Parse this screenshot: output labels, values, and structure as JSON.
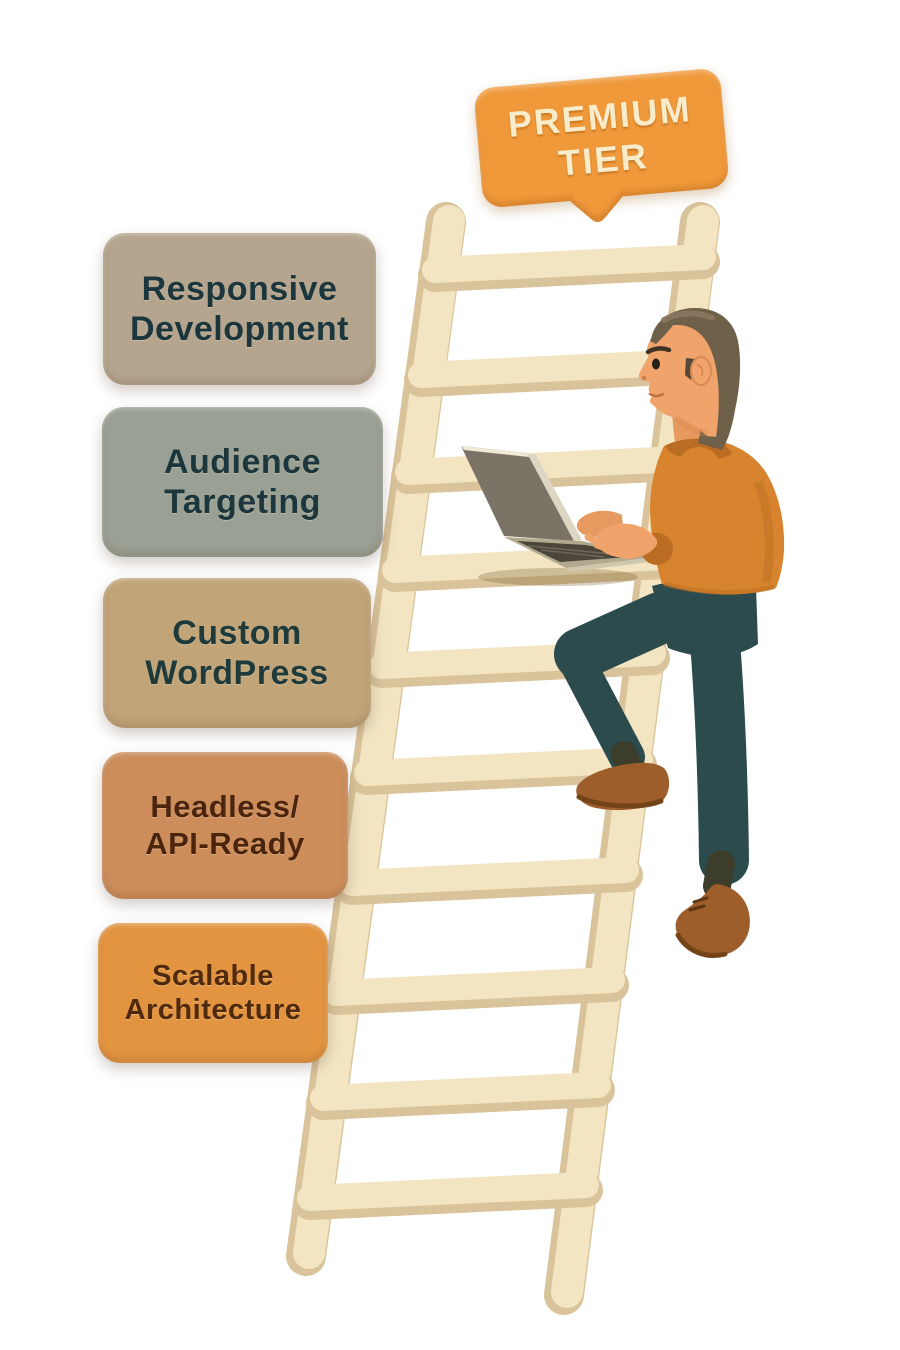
{
  "page": {
    "background": "#ffffff",
    "description": "Premium tier infographic: man with laptop climbing a ladder beside five feature cards"
  },
  "badge": {
    "line1": "PREMIUM",
    "line2": "TIER",
    "bg": "#f0993b",
    "text_color": "#f9ecca"
  },
  "cards": [
    {
      "line1": "Responsive",
      "line2": "Development",
      "bg": "#b5a58e",
      "text_color": "#1b363c"
    },
    {
      "line1": "Audience",
      "line2": "Targeting",
      "bg": "#9aa093",
      "text_color": "#1b363c"
    },
    {
      "line1": "Custom",
      "line2": "WordPress",
      "bg": "#c1a478",
      "text_color": "#1e3a3a"
    },
    {
      "line1": "Headless/",
      "line2": "API-Ready",
      "bg": "#cd8d5b",
      "text_color": "#4a240d"
    },
    {
      "line1": "Scalable",
      "line2": "Architecture",
      "bg": "#e39440",
      "text_color": "#4f2a0e"
    }
  ],
  "illustration": {
    "name": "man-climbing-ladder-with-laptop",
    "colors": {
      "ladder": "#f3e5c2",
      "ladder_shade": "#d9c39a",
      "skin": "#f1a36c",
      "skin_mid": "#e69a5f",
      "skin_shade": "#d88a52",
      "hair": "#6f6049",
      "hair_dark": "#55483a",
      "sweater": "#d8842f",
      "sweater_shade": "#b96c22",
      "pants": "#2c4b4d",
      "pants_shade": "#223b3c",
      "sock": "#3c3d2b",
      "shoe": "#9e5e2b",
      "sole": "#744419",
      "laptop_screen": "#7b7365",
      "laptop_edge": "#ddd6c2",
      "laptop_base": "#b2a98f",
      "laptop_keys": "#4b463b"
    }
  }
}
